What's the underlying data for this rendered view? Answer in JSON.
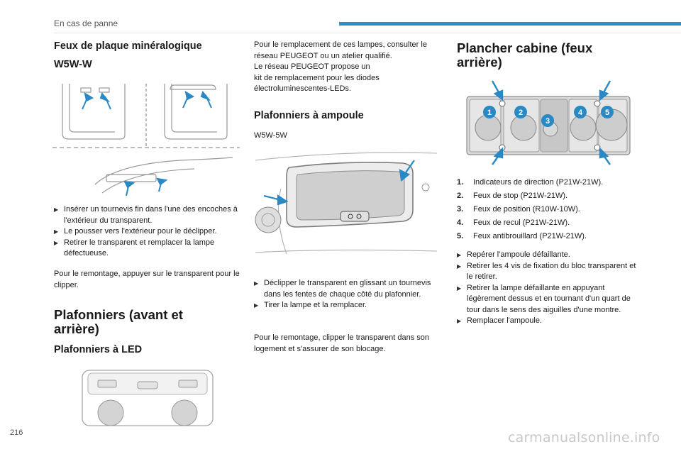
{
  "header": {
    "section": "En cas de panne"
  },
  "page_number": "216",
  "watermark": "carmanualsonline.info",
  "col1": {
    "plate_title": "Feux de plaque minéralogique",
    "plate_bulb": "W5W-W",
    "plate_steps": [
      "Insérer un tournevis fin dans l'une des encoches à l'extérieur du transparent.",
      "Le pousser vers l'extérieur pour le déclipper.",
      "Retirer le transparent et remplacer la lampe défectueuse."
    ],
    "plate_refit": "Pour le remontage, appuyer sur le transparent pour le clipper.",
    "ceiling_title": "Plafonniers (avant et arrière)",
    "led_title": "Plafonniers à LED"
  },
  "col2": {
    "led_note": "Pour le remplacement de ces lampes, consulter le réseau PEUGEOT ou un atelier qualifié.\nLe réseau PEUGEOT propose un\nkit de remplacement pour les diodes électroluminescentes-LEDs.",
    "bulb_title": "Plafonniers à ampoule",
    "bulb_type": "W5W-5W",
    "bulb_steps": [
      "Déclipper le transparent en glissant un tournevis dans les fentes de chaque côté du plafonnier.",
      "Tirer la lampe et la remplacer."
    ],
    "bulb_refit": "Pour le remontage, clipper le transparent dans son logement et s'assurer de son blocage."
  },
  "col3": {
    "floor_title": "Plancher cabine (feux arrière)",
    "lamps": [
      {
        "num": "1.",
        "label": "Indicateurs de direction (P21W-21W)."
      },
      {
        "num": "2.",
        "label": "Feux de stop (P21W-21W)."
      },
      {
        "num": "3.",
        "label": "Feux de position (R10W-10W)."
      },
      {
        "num": "4.",
        "label": "Feux de recul (P21W-21W)."
      },
      {
        "num": "5.",
        "label": "Feux antibrouillard (P21W-21W)."
      }
    ],
    "diagram_labels": [
      "1",
      "2",
      "3",
      "4",
      "5"
    ],
    "floor_steps": [
      "Repérer l'ampoule défaillante.",
      "Retirer les 4 vis de fixation du bloc transparent et le retirer.",
      "Retirer la lampe défaillante en appuyant légèrement dessus et en tournant d'un quart de tour dans le sens des aiguilles d'une montre.",
      "Remplacer l'ampoule."
    ]
  },
  "colors": {
    "accent": "#2e8fc8",
    "marker": "#2a88c4"
  }
}
